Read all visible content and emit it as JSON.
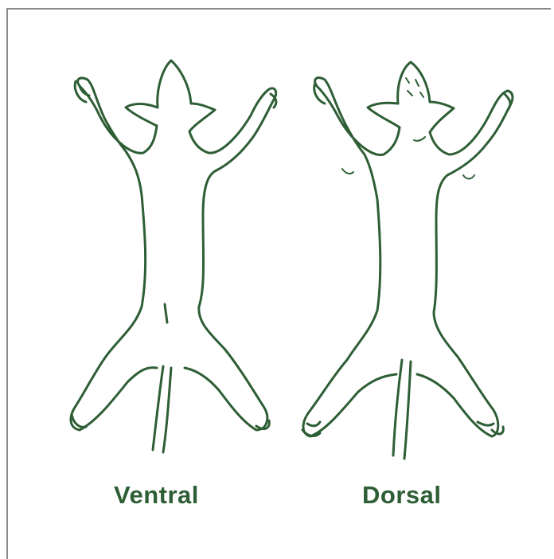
{
  "figure": {
    "labels": {
      "ventral": "Ventral",
      "dorsal": "Dorsal"
    },
    "colors": {
      "line": "#2e5e35",
      "background": "#ffffff",
      "frame": "#8a8a8a"
    },
    "icons": [
      "ventral-specimen-outline",
      "dorsal-specimen-outline"
    ]
  }
}
